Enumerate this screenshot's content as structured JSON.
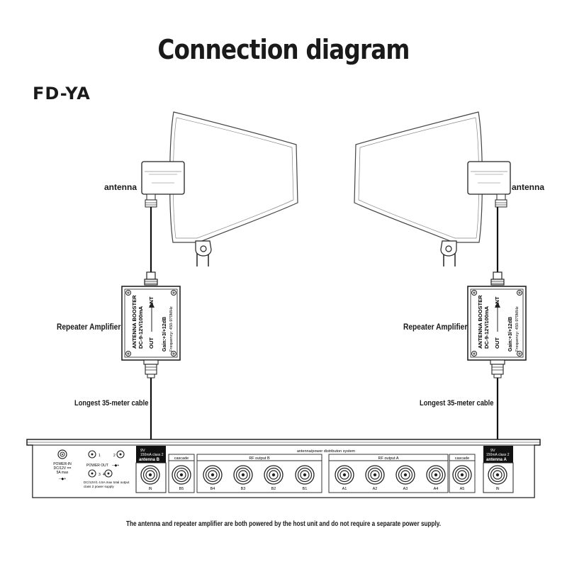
{
  "title": "Connection diagram",
  "model": "FD-YA",
  "labels": {
    "antenna_left": "antenna",
    "antenna_right": "antenna",
    "amp_left": "Repeater Amplifier",
    "amp_right": "Repeater Amplifier",
    "cable_left": "Longest 35-meter cable",
    "cable_right": "Longest 35-meter cable"
  },
  "amplifier": {
    "line1": "ANTENNA BOOSTER",
    "line2": "DC-9-12V/100mA",
    "out": "OUT",
    "ant": "ANT",
    "gain": "Gain:+3/+12dB",
    "freq": "Frequency: 450-970MHz"
  },
  "host": {
    "system_label": "antenna/power distributon system",
    "power_in": [
      "POWER-IN",
      "DC/12V ==",
      "5A max"
    ],
    "power_out": "POWER OUT",
    "power_out_ports": [
      "1",
      "2",
      "3",
      "4"
    ],
    "power_note": [
      "DC/12V/1   4.5A max total output",
      "class 2 power supply"
    ],
    "spec_left": [
      "9V",
      "150mA class 2"
    ],
    "spec_right": [
      "9V",
      "150mA class 2"
    ],
    "antenna_b": "antenna B",
    "antenna_a": "antenna A",
    "cascade": "cascade",
    "rf_output_b": "RF output B",
    "rf_output_a": "RF output A",
    "in_label": "IN",
    "ports_b": [
      "B5",
      "B4",
      "B3",
      "B2",
      "B1"
    ],
    "ports_a": [
      "A1",
      "A2",
      "A3",
      "A4",
      "A5"
    ]
  },
  "note": "The antenna and repeater amplifier are both powered by the host unit and do not require a separate power supply."
}
